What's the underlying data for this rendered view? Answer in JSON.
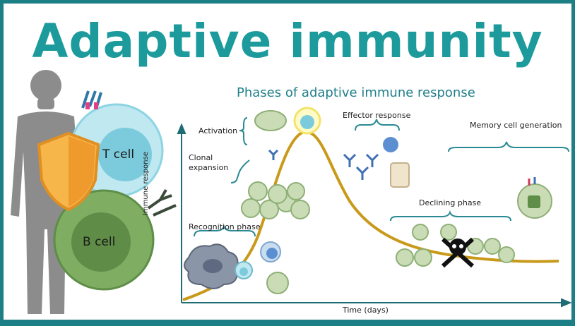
{
  "title": "Adaptive immunity",
  "subtitle": "Phases of  adaptive immune response",
  "cells": {
    "t_cell": "T cell",
    "b_cell": "B cell"
  },
  "phases": {
    "activation": "Activation",
    "clonal_expansion_line1": "Clonal",
    "clonal_expansion_line2": "expansion",
    "recognition": "Recognition phase",
    "effector": "Effector response",
    "declining": "Declining phase",
    "memory": "Memory cell generation"
  },
  "axes": {
    "x": "Time (days)",
    "y": "Immune response"
  },
  "colors": {
    "accent": "#1c9a9c",
    "border": "#1c7f86",
    "curve": "#c99a1a",
    "t_cell": "#7fd0e0",
    "b_cell": "#6a9d52",
    "shield": "#f0a23a"
  },
  "icons": [
    "human-silhouette-icon",
    "shield-icon",
    "skull-crossbones-icon",
    "antibody-icon",
    "macrophage-icon"
  ]
}
